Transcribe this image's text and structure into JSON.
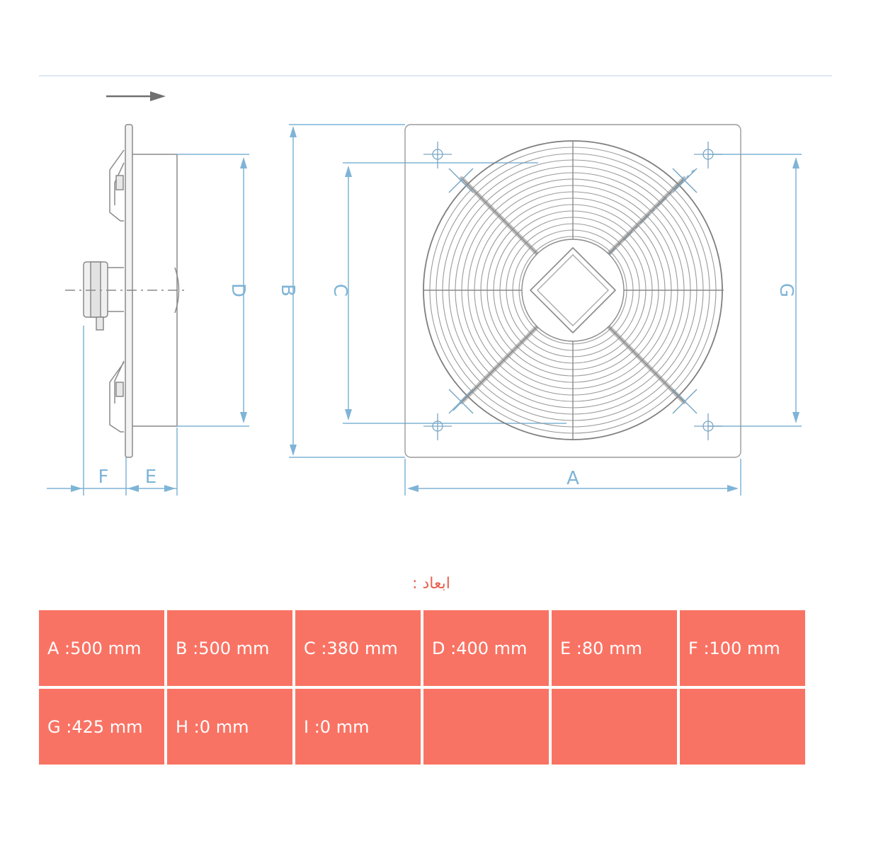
{
  "section_title": "ابعاد :",
  "dimension_letters": {
    "A": "A",
    "B": "B",
    "C": "C",
    "D": "D",
    "E": "E",
    "F": "F",
    "G": "G"
  },
  "dimensions": [
    [
      {
        "label": "A",
        "value": "500",
        "unit": "mm"
      },
      {
        "label": "B",
        "value": "500",
        "unit": "mm"
      },
      {
        "label": "C",
        "value": "380",
        "unit": "mm"
      },
      {
        "label": "D",
        "value": "400",
        "unit": "mm"
      },
      {
        "label": "E",
        "value": "80",
        "unit": "mm"
      },
      {
        "label": "F",
        "value": "100",
        "unit": "mm"
      }
    ],
    [
      {
        "label": "G",
        "value": "425",
        "unit": "mm"
      },
      {
        "label": "H",
        "value": "0",
        "unit": "mm"
      },
      {
        "label": "I",
        "value": "0",
        "unit": "mm"
      },
      null,
      null,
      null
    ]
  ],
  "colors": {
    "cell_background": "#f97364",
    "cell_text": "#ffffff",
    "title_text": "#e8614f",
    "dimension_lines": "#7fb4d6",
    "drawing_lines": "#8a8a8a"
  }
}
